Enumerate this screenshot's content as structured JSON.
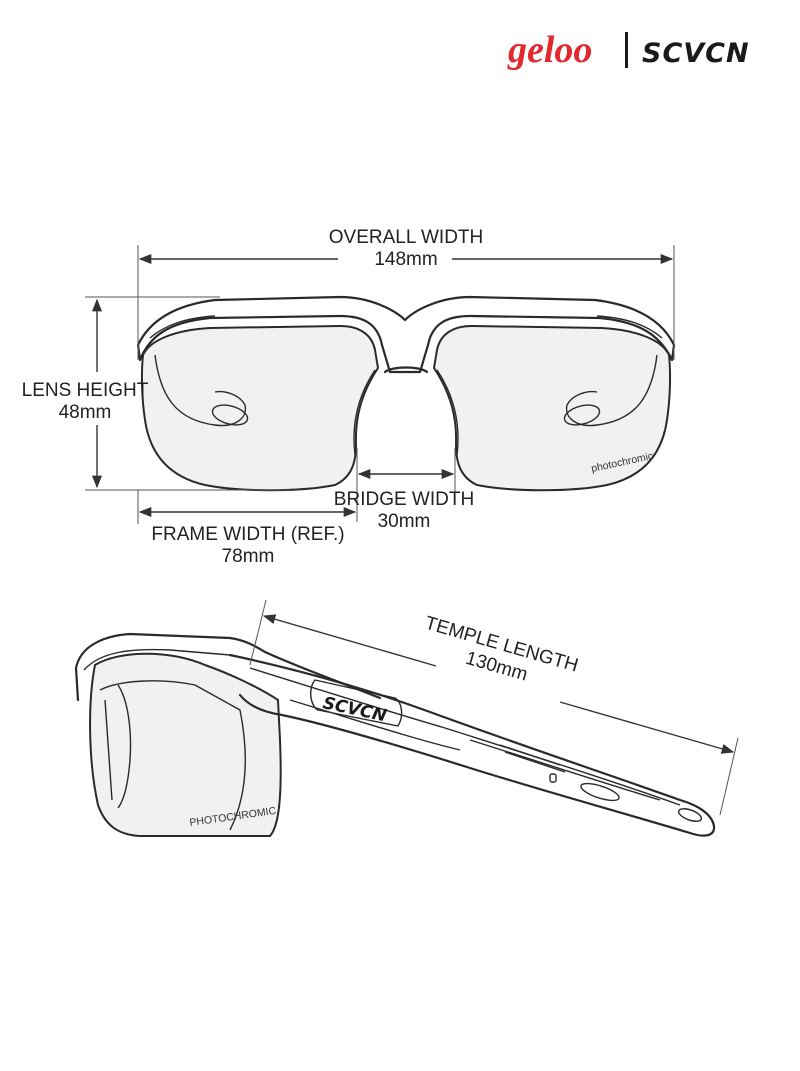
{
  "brand": {
    "primary_logo": "geloo",
    "secondary_logo": "SCVCN",
    "primary_color": "#e0282e",
    "secondary_color": "#1a1a1a"
  },
  "front_view": {
    "overall_width": {
      "label": "OVERALL WIDTH",
      "value": "148mm"
    },
    "lens_height": {
      "label": "LENS HEIGHT",
      "value": "48mm"
    },
    "bridge_width": {
      "label": "BRIDGE WIDTH",
      "value": "30mm"
    },
    "frame_width": {
      "label": "FRAME WIDTH (REF.)",
      "value": "78mm"
    },
    "lens_marking": "photochromic"
  },
  "side_view": {
    "temple_length": {
      "label": "TEMPLE LENGTH",
      "value": "130mm"
    },
    "temple_logo": "SCVCN",
    "lens_marking": "PHOTOCHROMIC"
  },
  "colors": {
    "line": "#2a2a2a",
    "lens_fill": "#f1f1f1"
  }
}
